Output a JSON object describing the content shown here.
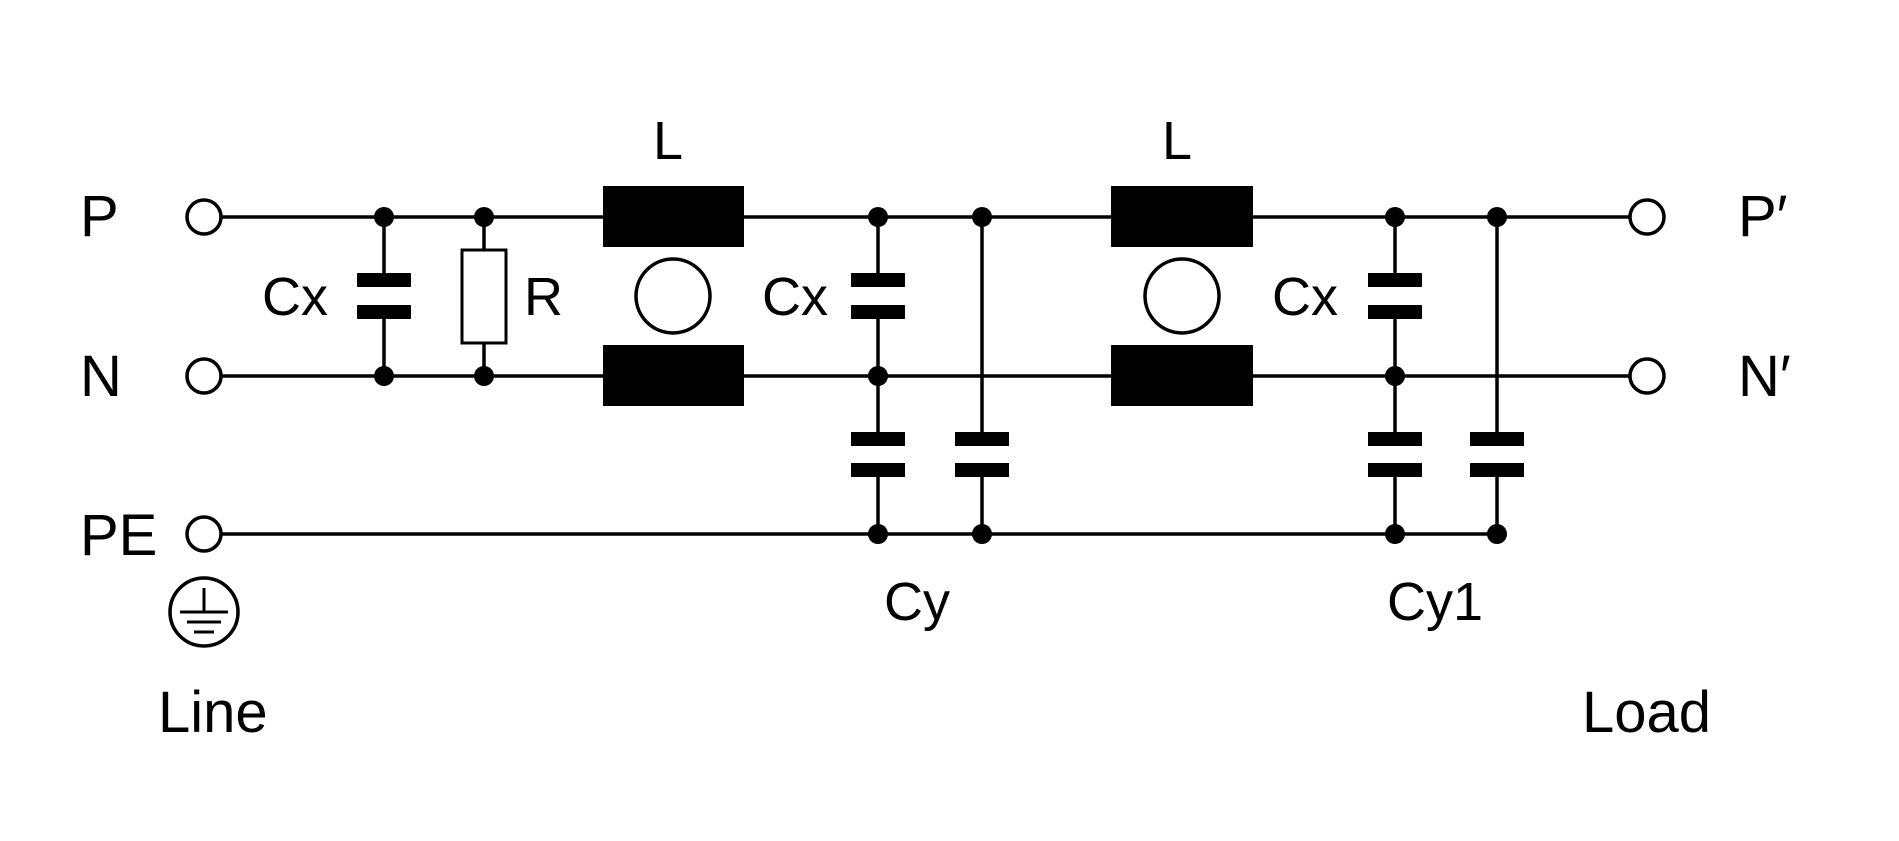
{
  "terminals": {
    "p": "P",
    "n": "N",
    "pe": "PE",
    "p_out": "P′",
    "n_out": "N′"
  },
  "sides": {
    "line": "Line",
    "load": "Load"
  },
  "components": {
    "cx1": "Cx",
    "r": "R",
    "l1": "L",
    "cx2": "Cx",
    "l2": "L",
    "cx3": "Cx",
    "cy": "Cy",
    "cy1": "Cy1"
  },
  "icons": {
    "earth": "protective-earth-icon"
  },
  "colors": {
    "line": "#000000",
    "background": "#ffffff"
  }
}
